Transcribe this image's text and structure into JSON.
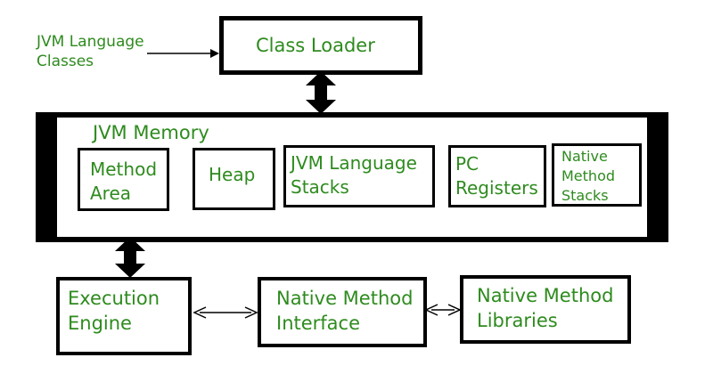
{
  "input_label": {
    "line1": "JVM Language",
    "line2": "Classes"
  },
  "class_loader": {
    "label": "Class Loader"
  },
  "jvm_memory": {
    "title": "JVM Memory",
    "method_area": {
      "line1": "Method",
      "line2": "Area"
    },
    "heap": {
      "label": "Heap"
    },
    "language_stacks": {
      "line1": "JVM Language",
      "line2": "Stacks"
    },
    "pc_registers": {
      "line1": "PC",
      "line2": "Registers"
    },
    "native_stacks": {
      "line1": "Native",
      "line2": "Method",
      "line3": "Stacks"
    }
  },
  "execution_engine": {
    "line1": "Execution",
    "line2": "Engine"
  },
  "native_interface": {
    "line1": "Native Method",
    "line2": "Interface"
  },
  "native_libraries": {
    "line1": "Native Method",
    "line2": "Libraries"
  },
  "colors": {
    "text": "#2e8b1e",
    "border": "#000000",
    "background": "#ffffff"
  }
}
